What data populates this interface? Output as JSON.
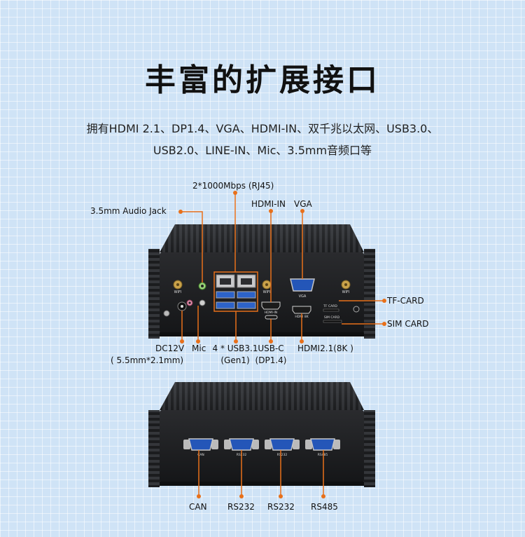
{
  "title": "丰富的扩展接口",
  "subtitle_line1": "拥有HDMI 2.1、DP1.4、VGA、HDMI-IN、双千兆以太网、USB3.0、",
  "subtitle_line2": "USB2.0、LINE-IN、Mic、3.5mm音频口等",
  "accent_color": "#e8701a",
  "front_labels": {
    "rj45": "2*1000Mbps (RJ45)",
    "audio_jack": "3.5mm Audio Jack",
    "hdmi_in": "HDMI-IN",
    "vga": "VGA",
    "tf_card": "TF-CARD",
    "sim_card": "SIM CARD",
    "dc12v": "DC12V",
    "dc12v_size": "( 5.5mm*2.1mm)",
    "mic": "Mic",
    "usb31": "4 * USB3.1",
    "usb31_gen": "(Gen1)",
    "usbc": "USB-C",
    "usbc_dp": "(DP1.4)",
    "hdmi21": "HDMI2.1(8K )"
  },
  "back_labels": {
    "can": "CAN",
    "rs232_a": "RS232",
    "rs232_b": "RS232",
    "rs485": "RS485"
  },
  "device_silk": {
    "wifi_left": "WIFI",
    "wifi_mid": "WIFI",
    "wifi_right": "WIFI",
    "vga": "VGA",
    "hdmi_in": "HDMI-IN",
    "hdmi_8k": "HDMI 8K",
    "tf_card": "TF CARD",
    "sim_card": "SIM CARD",
    "can": "CAN",
    "rs232_a": "RS232",
    "rs232_b": "RS232",
    "rs485": "RS485"
  }
}
